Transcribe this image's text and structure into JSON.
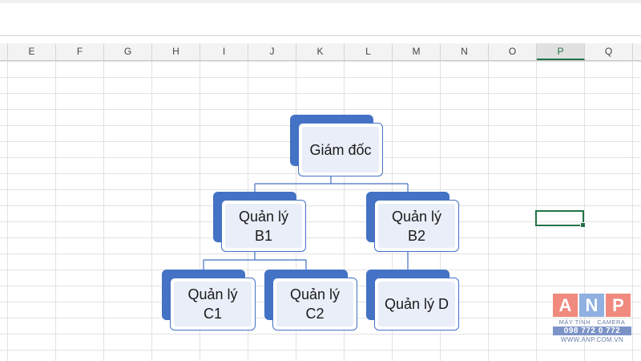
{
  "columns": [
    {
      "id": "col-e",
      "label": "E",
      "selected": false
    },
    {
      "id": "col-f",
      "label": "F",
      "selected": false
    },
    {
      "id": "col-g",
      "label": "G",
      "selected": false
    },
    {
      "id": "col-h",
      "label": "H",
      "selected": false
    },
    {
      "id": "col-i",
      "label": "I",
      "selected": false
    },
    {
      "id": "col-j",
      "label": "J",
      "selected": false
    },
    {
      "id": "col-k",
      "label": "K",
      "selected": false
    },
    {
      "id": "col-l",
      "label": "L",
      "selected": false
    },
    {
      "id": "col-m",
      "label": "M",
      "selected": false
    },
    {
      "id": "col-n",
      "label": "N",
      "selected": false
    },
    {
      "id": "col-o",
      "label": "O",
      "selected": false
    },
    {
      "id": "col-p",
      "label": "P",
      "selected": true
    },
    {
      "id": "col-q",
      "label": "Q",
      "selected": false
    }
  ],
  "org_chart": {
    "director": {
      "line1": "Giám đốc",
      "line2": ""
    },
    "manager_b1": {
      "line1": "Quản lý",
      "line2": "B1"
    },
    "manager_b2": {
      "line1": "Quản lý",
      "line2": "B2"
    },
    "manager_c1": {
      "line1": "Quản lý",
      "line2": "C1"
    },
    "manager_c2": {
      "line1": "Quản lý",
      "line2": "C2"
    },
    "manager_d": {
      "line1": "Quản lý D",
      "line2": ""
    }
  },
  "logo": {
    "letters": [
      "A",
      "N",
      "P"
    ],
    "subtitle": "MÁY TÍNH · CAMERA",
    "phone": "098 772 0 772",
    "website": "WWW.ANP.COM.VN"
  },
  "colors": {
    "accent": "#4472c4",
    "node_fill": "#e9eef8",
    "selection": "#217346",
    "logo_a": "#f08a7e",
    "logo_n": "#8fb0e0",
    "logo_p": "#f08a7e"
  }
}
